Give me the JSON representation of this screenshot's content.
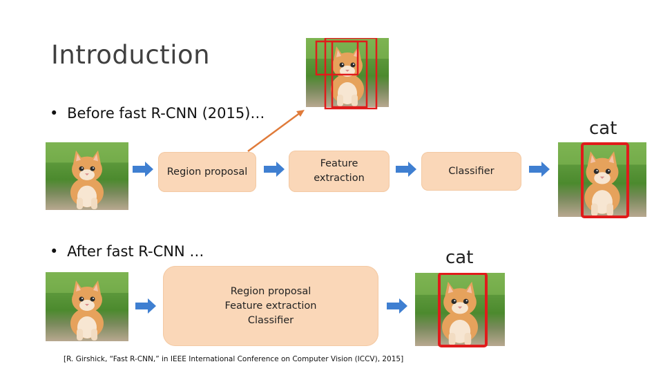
{
  "slide": {
    "title": "Introduction",
    "bullet_before": "Before fast R-CNN (2015)…",
    "bullet_after": "After fast R-CNN …",
    "citation": "[R. Girshick, “Fast R-CNN,” in IEEE International Conference on Computer Vision (ICCV), 2015]"
  },
  "pipeline_before": {
    "boxes": [
      "Region proposal",
      "Feature extraction",
      "Classifier"
    ],
    "output_label": "cat"
  },
  "pipeline_after": {
    "box_lines": [
      "Region proposal",
      "Feature extraction",
      "Classifier"
    ],
    "output_label": "cat"
  },
  "colors": {
    "box_fill": "#fad7b8",
    "arrow_fill": "#3f7fd1",
    "bbox_red": "#e01b1b",
    "pointer_orange": "#e07b3a",
    "grass": "#4c8a2e",
    "fur": "#e6a25c"
  },
  "icons": {
    "flow_arrow": "right-block-arrow-icon",
    "image": "kitten-photo"
  }
}
